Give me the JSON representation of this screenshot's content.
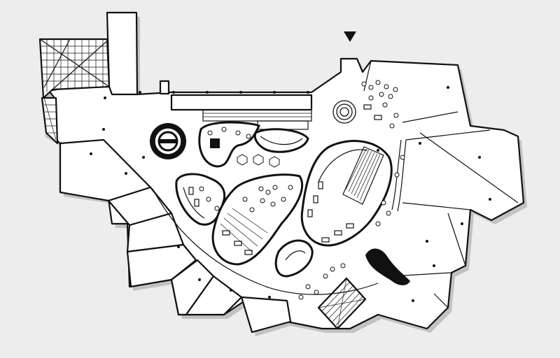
{
  "drawing": {
    "type": "floor-plan",
    "style": "black-and-white line drawing",
    "background": "#ededed",
    "wall_color": "#111111",
    "floor_color": "#ffffff"
  },
  "entrance_marker": {
    "icon": "down-triangle-icon"
  },
  "zones": [
    {
      "id": "glass-canopy",
      "icon": "grid-hatch"
    },
    {
      "id": "main-concourse"
    },
    {
      "id": "north-corridor"
    },
    {
      "id": "round-column"
    },
    {
      "id": "central-island-west"
    },
    {
      "id": "central-island-middle"
    },
    {
      "id": "central-island-east"
    },
    {
      "id": "small-island-south"
    },
    {
      "id": "north-dining-pod"
    },
    {
      "id": "east-seating-zone"
    },
    {
      "id": "south-stair"
    },
    {
      "id": "perimeter-rooms"
    }
  ]
}
